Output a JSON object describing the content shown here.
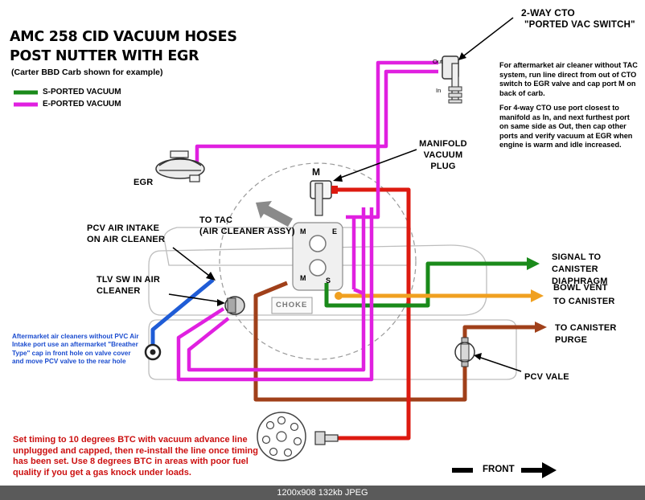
{
  "title_line1": "AMC 258 CID  VACUUM HOSES",
  "title_line2": "POST NUTTER WITH EGR",
  "subtitle": "(Carter BBD Carb shown for example)",
  "legend": [
    {
      "label": "S-PORTED VACUUM",
      "color": "#1a8a1a"
    },
    {
      "label": "E-PORTED VACUUM",
      "color": "#e020e0"
    }
  ],
  "labels": {
    "cto_title": "2-WAY CTO",
    "cto_sub": "\"PORTED VAC SWITCH\"",
    "cto_out": "Out",
    "cto_in": "In",
    "egr": "EGR",
    "manifold_plug": "MANIFOLD\nVACUUM\nPLUG",
    "port_m": "M",
    "to_tac": "TO TAC\n(AIR CLEANER ASSY)",
    "pcv_air_intake": "PCV AIR INTAKE\nON AIR CLEANER",
    "tlv_sw": "TLV SW IN AIR\nCLEANER",
    "carb_m1": "M",
    "carb_e": "E",
    "carb_m2": "M",
    "carb_s": "S",
    "choke": "CHOKE",
    "signal_canister": "SIGNAL  TO CANISTER\nDIAPHRAGM",
    "bowl_vent": "BOWL VENT\nTO CANISTER",
    "canister_purge": "TO CANISTER\nPURGE",
    "pcv_vale": "PCV VALE",
    "front": "FRONT"
  },
  "notes": {
    "aftermarket_tac": "For aftermarket air cleaner without TAC system, run line direct from out of CTO switch to EGR valve and cap port M on back of carb.",
    "four_way_cto": "For 4-way CTO use port closest to manifold as In, and next furthest port on same side as Out, then cap other ports and verify vacuum at EGR when engine is warm and idle increased.",
    "aftermarket_pcv": "Aftermarket air cleaners without PVC Air Intake port use an aftermarket \"Breather Type\" cap in front hole on valve cover and move PCV valve to the rear hole",
    "timing": "Set timing to 10 degrees BTC with vacuum advance line unplugged and capped, then re-install the line once timing has been set. Use 8 degrees BTC in areas with poor fuel quality if you get a gas knock under loads."
  },
  "footer": "1200x908 132kb JPEG",
  "colors": {
    "s_ported": "#1a8a1a",
    "e_ported": "#e020e0",
    "manifold_red": "#dd1a10",
    "canister_brown": "#a0401a",
    "bowl_orange": "#f0a020",
    "pcv_blue": "#1f5cd6",
    "note_blue": "#1b4ccf",
    "note_red": "#cc1010"
  }
}
